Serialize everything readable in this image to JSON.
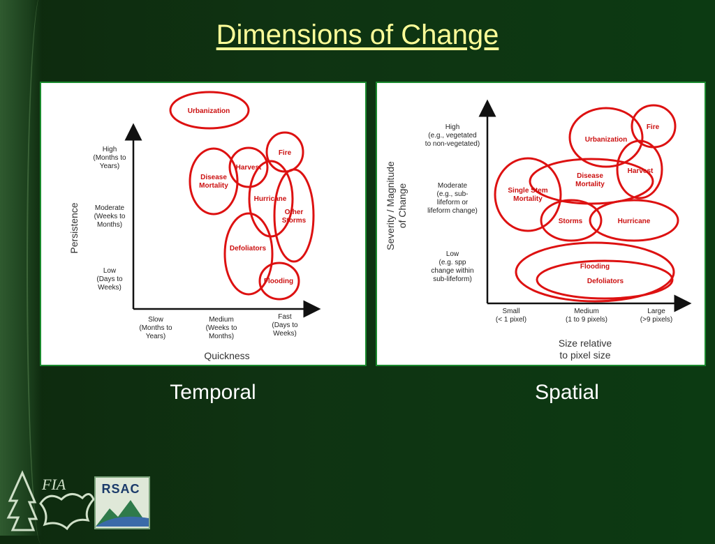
{
  "title": "Dimensions of Change",
  "temporal": {
    "caption": "Temporal",
    "x_axis_title": "Quickness",
    "y_axis_title": "Persistence",
    "x_ticks": [
      [
        "Slow",
        "(Months to",
        "Years)"
      ],
      [
        "Medium",
        "(Weeks to",
        "Months)"
      ],
      [
        "Fast",
        "(Days to",
        "Weeks)"
      ]
    ],
    "y_ticks": [
      [
        "High",
        "(Months to",
        "Years)"
      ],
      [
        "Moderate",
        "(Weeks to",
        "Months)"
      ],
      [
        "Low",
        "(Days to",
        "Weeks)"
      ]
    ],
    "blobs": [
      {
        "id": "urbanization",
        "lines": [
          "Urbanization"
        ]
      },
      {
        "id": "fire",
        "lines": [
          "Fire"
        ]
      },
      {
        "id": "disease-mortality",
        "lines": [
          "Disease",
          "Mortality"
        ]
      },
      {
        "id": "harvest",
        "lines": [
          "Harvest"
        ]
      },
      {
        "id": "hurricane",
        "lines": [
          "Hurricane"
        ]
      },
      {
        "id": "other-storms",
        "lines": [
          "Other",
          "Storms"
        ]
      },
      {
        "id": "defoliators",
        "lines": [
          "Defoliators"
        ]
      },
      {
        "id": "flooding",
        "lines": [
          "Flooding"
        ]
      }
    ]
  },
  "spatial": {
    "caption": "Spatial",
    "x_axis_title": [
      "Size relative",
      "to pixel size"
    ],
    "y_axis_title": [
      "Severity / Magnitude",
      "of Change"
    ],
    "x_ticks": [
      [
        "Small",
        "(< 1 pixel)"
      ],
      [
        "Medium",
        "(1 to 9 pixels)"
      ],
      [
        "Large",
        "(>9 pixels)"
      ]
    ],
    "y_ticks": [
      [
        "High",
        "(e.g., vegetated",
        "to non-vegetated)"
      ],
      [
        "Moderate",
        "(e.g., sub-",
        "lifeform or",
        "lifeform change)"
      ],
      [
        "Low",
        "(e.g. spp",
        "change within",
        "sub-lifeform)"
      ]
    ],
    "blobs": [
      {
        "id": "urbanization",
        "lines": [
          "Urbanization"
        ]
      },
      {
        "id": "fire",
        "lines": [
          "Fire"
        ]
      },
      {
        "id": "disease-mortality",
        "lines": [
          "Disease",
          "Mortality"
        ]
      },
      {
        "id": "harvest",
        "lines": [
          "Harvest"
        ]
      },
      {
        "id": "single-stem-mortality",
        "lines": [
          "Single Stem",
          "Mortality"
        ]
      },
      {
        "id": "storms",
        "lines": [
          "Storms"
        ]
      },
      {
        "id": "hurricane",
        "lines": [
          "Hurricane"
        ]
      },
      {
        "id": "flooding",
        "lines": [
          "Flooding"
        ]
      },
      {
        "id": "defoliators",
        "lines": [
          "Defoliators"
        ]
      }
    ]
  },
  "logos": {
    "fia": "FIA",
    "rsac": "RSAC"
  },
  "colors": {
    "title": "#ffff99",
    "blob": "#dd1111",
    "panel_border": "#1a8a2e"
  }
}
